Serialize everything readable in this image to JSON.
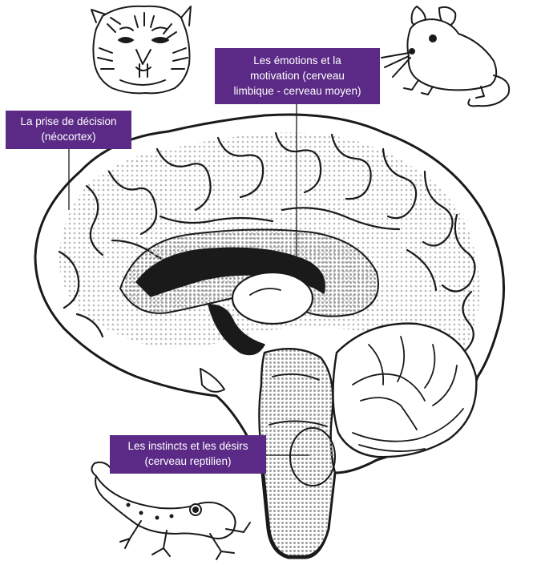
{
  "labels": {
    "limbic": {
      "lines": [
        "Les émotions et la",
        "motivation (cerveau",
        "limbique - cerveau moyen)"
      ]
    },
    "neocortex": {
      "lines": [
        "La prise de décision",
        "(néocortex)"
      ]
    },
    "reptilian": {
      "lines": [
        "Les instincts et les désirs",
        "(cerveau reptilien)"
      ]
    }
  },
  "colors": {
    "label_background": "#5b2a86",
    "label_text": "#ffffff",
    "ink": "#1a1a1a"
  },
  "icons": [
    "tiger-head-illustration",
    "mouse-illustration",
    "lizard-illustration",
    "brain-cross-section-illustration"
  ]
}
